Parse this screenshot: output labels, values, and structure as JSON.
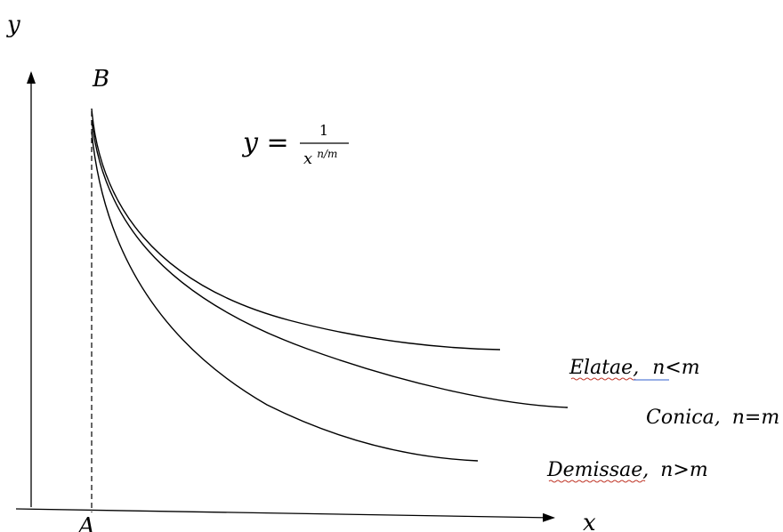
{
  "axes": {
    "y_label": "y",
    "x_label": "x",
    "point_a": "A",
    "point_b": "B"
  },
  "formula": {
    "lhs": "y = ",
    "numerator": "1",
    "denominator_base": "x",
    "denominator_exponent": "n/m"
  },
  "curves": [
    {
      "name_label": "Elatae,",
      "relation": "n<m"
    },
    {
      "name_label": "Conica,",
      "relation": "n=m"
    },
    {
      "name_label": "Demissae,",
      "relation": "n>m"
    }
  ],
  "colors": {
    "ink": "#000000",
    "spellcheck_squiggle": "#c0392b",
    "underline": "#5b7fd6"
  }
}
